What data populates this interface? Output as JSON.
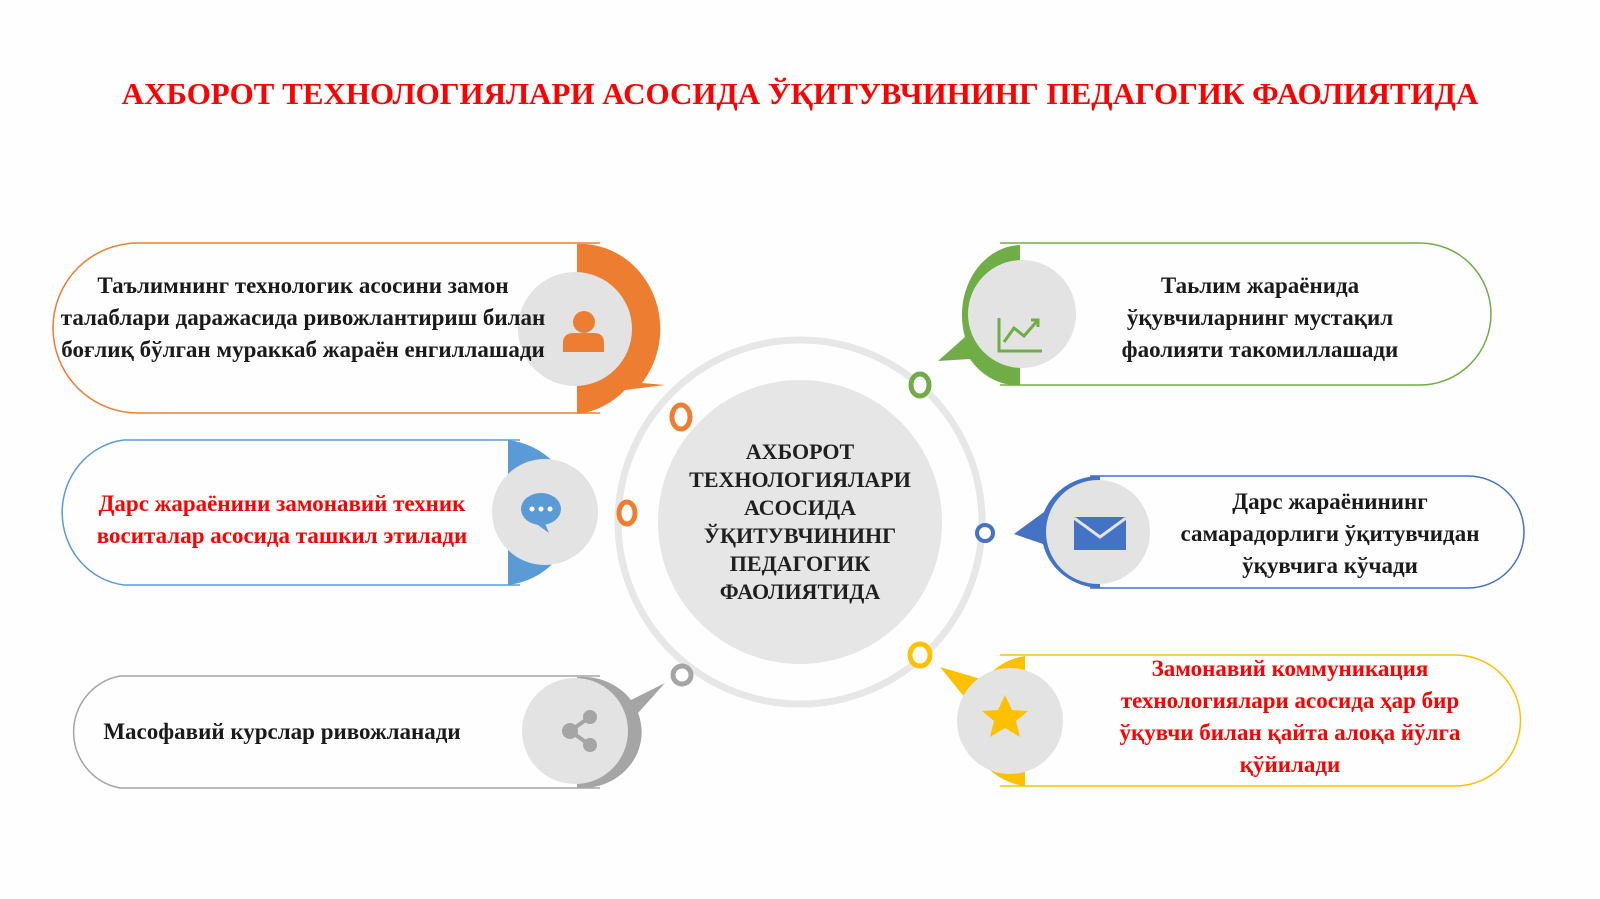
{
  "title": "АХБОРОТ ТЕХНОЛОГИЯЛАРИ АСОСИДА ЎҚИТУВЧИНИНГ ПЕДАГОГИК ФАОЛИЯТИДА",
  "center": {
    "label": "АХБОРОТ ТЕХНОЛОГИЯЛАРИ АСОСИДА ЎҚИТУВЧИНИНГ ПЕДАГОГИК ФАОЛИЯТИДА"
  },
  "items": [
    {
      "text": "Таълимнинг технологик асосини замон талаблари даражасида ривожлантириш билан боғлиқ бўлган мураккаб жараён енгиллашади",
      "color": "#ed7d31",
      "icon": "user-icon",
      "highlight": false
    },
    {
      "text": "Дарс жараёнини замонавий техник воситалар асосида ташкил этилади",
      "color": "#5b9bd5",
      "icon": "chat-icon",
      "highlight": true
    },
    {
      "text": "Масофавий курслар ривожланади",
      "color": "#a5a5a5",
      "icon": "share-icon",
      "highlight": false
    },
    {
      "text": "Таьлим жараёнида ўқувчиларнинг мустақил фаолияти такомиллашади",
      "color": "#70ad47",
      "icon": "chart-icon",
      "highlight": false
    },
    {
      "text": "Дарс жараёнининг самарадорлиги ўқитувчидан ўқувчига кўчади",
      "color": "#4472c4",
      "icon": "envelope-icon",
      "highlight": false
    },
    {
      "text": "Замонавий коммуникация технологиялари асосида ҳар бир ўқувчи билан қайта алоқа йўлга қўйилади",
      "color": "#ffc000",
      "icon": "star-icon",
      "highlight": true
    }
  ]
}
